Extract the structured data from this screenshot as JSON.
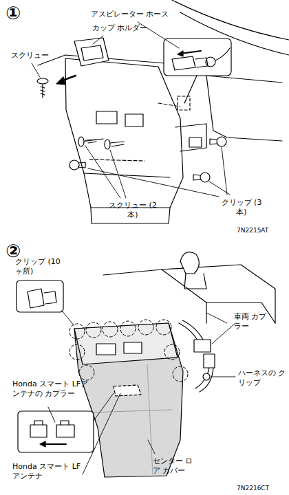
{
  "diagram": {
    "labels": [
      "①",
      "アスピレーター ホース",
      "カップ ホルダー",
      "スクリュー",
      "スクリュー (2 本)",
      "クリップ (3 本)",
      "7N2215AT",
      "②",
      "クリップ (10ヶ所)",
      "車両 カプラー",
      "ハーネスの クリップ",
      "Honda スマート LFアンテナの カプラー",
      "Honda スマート LF アンテナ",
      "センター ロア カバー",
      "7N2216CT"
    ]
  }
}
